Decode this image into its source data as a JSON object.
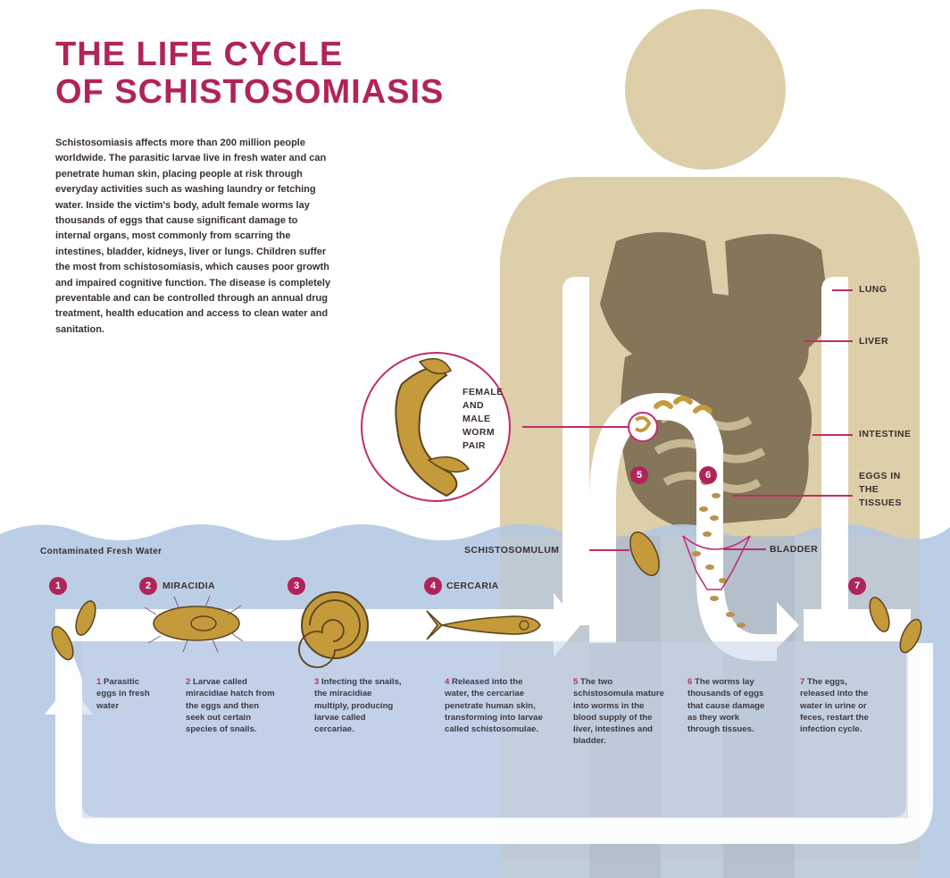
{
  "title": {
    "line1": "THE LIFE CYCLE",
    "line2": "OF SCHISTOSOMIASIS"
  },
  "intro": "Schistosomiasis affects more than 200 million people worldwide. The parasitic larvae live in fresh water and can penetrate human skin, placing people at risk through everyday activities such as washing laundry or fetching water. Inside the victim's body, adult female worms lay thousands of eggs that cause significant damage to internal organs, most commonly from scarring the intestines, bladder, kidneys, liver or lungs. Children suffer the most from schistosomiasis, which causes poor growth and impaired cognitive function. The disease is completely preventable and can be controlled through an annual drug treatment, health education and access to clean water and sanitation.",
  "water_label": "Contaminated Fresh Water",
  "organ_labels": {
    "lung": "LUNG",
    "liver": "LIVER",
    "intestine": "INTESTINE",
    "eggs_line1": "EGGS IN",
    "eggs_line2": "THE",
    "eggs_line3": "TISSUES",
    "bladder": "BLADDER",
    "schistosomulum": "SCHISTOSOMULUM"
  },
  "worm_pair": {
    "line1": "FEMALE",
    "line2": "AND",
    "line3": "MALE",
    "line4": "WORM",
    "line5": "PAIR"
  },
  "stage_labels": {
    "miracidia": "MIRACIDIA",
    "cercaria": "CERCARIA"
  },
  "step_numbers": [
    "1",
    "2",
    "3",
    "4",
    "5",
    "6",
    "7"
  ],
  "steps": [
    {
      "num": "1",
      "text": "Parasitic eggs in fresh water"
    },
    {
      "num": "2",
      "text": "Larvae called miracidiae hatch from the eggs and then seek out certain species of snails."
    },
    {
      "num": "3",
      "text": "Infecting the snails, the miracidiae multiply, producing larvae called cercariae."
    },
    {
      "num": "4",
      "text": "Released into the water, the cercariae penetrate human skin, transforming into larvae called schistosomulae."
    },
    {
      "num": "5",
      "text": "The two schistosomula mature into worms in the blood supply of the liver, intestines and bladder."
    },
    {
      "num": "6",
      "text": "The worms lay thousands of eggs that cause damage as they work through tissues."
    },
    {
      "num": "7",
      "text": "The eggs, released into the water in urine or feces, restart the infection cycle."
    }
  ],
  "colors": {
    "accent": "#b0245a",
    "body": "#dccfa9",
    "organs": "#857559",
    "water": "#b3c7e3",
    "creature": "#c49a3a"
  }
}
